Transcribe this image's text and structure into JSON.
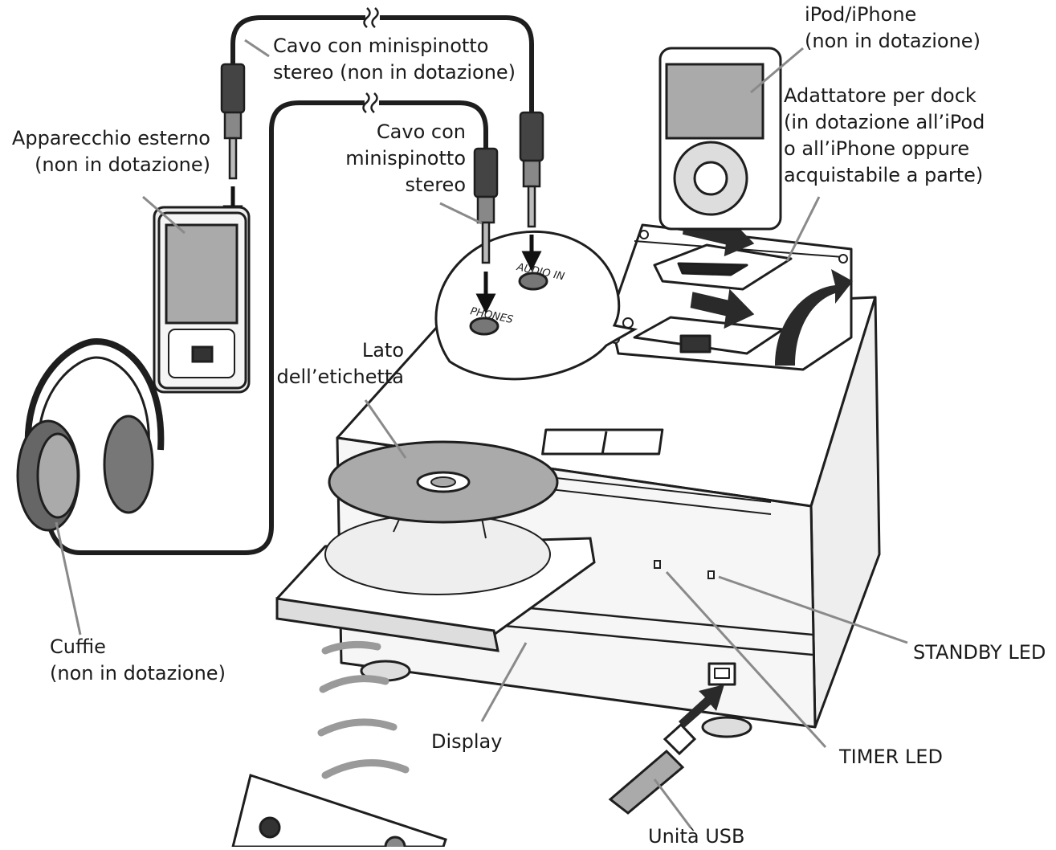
{
  "labels": {
    "mini_cable_top": [
      "Cavo con minispinotto",
      "stereo (non in dotazione)"
    ],
    "ipod": [
      "iPod/iPhone",
      "(non in dotazione)"
    ],
    "dock_adapter": [
      "Adattatore per dock",
      "(in dotazione all’iPod",
      "o all’iPhone oppure",
      "acquistabile a parte)"
    ],
    "external_device": [
      "Apparecchio esterno",
      "(non in dotazione)"
    ],
    "mini_cable_mid": [
      "Cavo con",
      "minispinotto",
      "stereo"
    ],
    "label_side": [
      "Lato",
      "dell’etichetta"
    ],
    "headphones": [
      "Cuffie",
      "(non in dotazione)"
    ],
    "standby_led": "STANDBY LED",
    "display": "Display",
    "timer_led": "TIMER LED",
    "usb_unit": "Unità USB"
  },
  "panel_labels": {
    "audio_in": "AUDIO IN",
    "phones": "PHONES"
  }
}
